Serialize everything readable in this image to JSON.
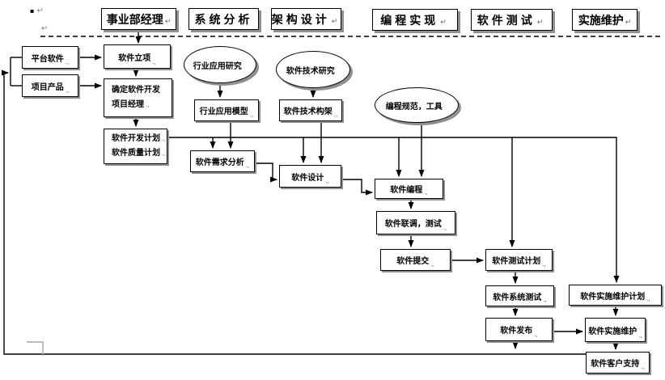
{
  "diagram_title": "software-development-process-flowchart",
  "marks": {
    "header_eol": "↵",
    "node_eol": ".,",
    "bullet": "▪"
  },
  "lanes": [
    {
      "id": "manager",
      "label": "事业部经理"
    },
    {
      "id": "analysis",
      "label": "系统分析"
    },
    {
      "id": "architecture",
      "label": "架构设计"
    },
    {
      "id": "coding",
      "label": "编程实现"
    },
    {
      "id": "testing",
      "label": "软件测试"
    },
    {
      "id": "maintenance",
      "label": "实施维护"
    }
  ],
  "nodes": {
    "platform": {
      "label": "平台软件"
    },
    "project": {
      "label": "项目产品"
    },
    "initiation": {
      "label": "软件立项"
    },
    "pm": {
      "line1": "确定软件开发",
      "line2": "项目经理"
    },
    "plans": {
      "line1": "软件开发计划",
      "line2": "软件质量计划"
    },
    "model": {
      "label": "行业应用模型"
    },
    "framework": {
      "label": "软件技术构架"
    },
    "requirements": {
      "label": "软件需求分析"
    },
    "design": {
      "label": "软件设计"
    },
    "coding": {
      "label": "软件编程"
    },
    "joint_test": {
      "label": "软件联调，测试"
    },
    "submit": {
      "label": "软件提交"
    },
    "test_plan": {
      "label": "软件测试计划"
    },
    "system_test": {
      "label": "软件系统测试"
    },
    "release": {
      "label": "软件发布"
    },
    "maint_plan": {
      "label": "软件实施维护计划"
    },
    "maintenance": {
      "label": "软件实施维护"
    },
    "support": {
      "label": "软件客户支持"
    }
  },
  "ellipses": {
    "industry_research": {
      "label": "行业应用研究"
    },
    "tech_research": {
      "label": "软件技术研究"
    },
    "coding_standards": {
      "label": "编程规范，工具"
    }
  },
  "colors": {
    "line": "#000000",
    "shadow": "#909090",
    "gray_connector": "#a6a6a6",
    "background": "#ffffff"
  }
}
